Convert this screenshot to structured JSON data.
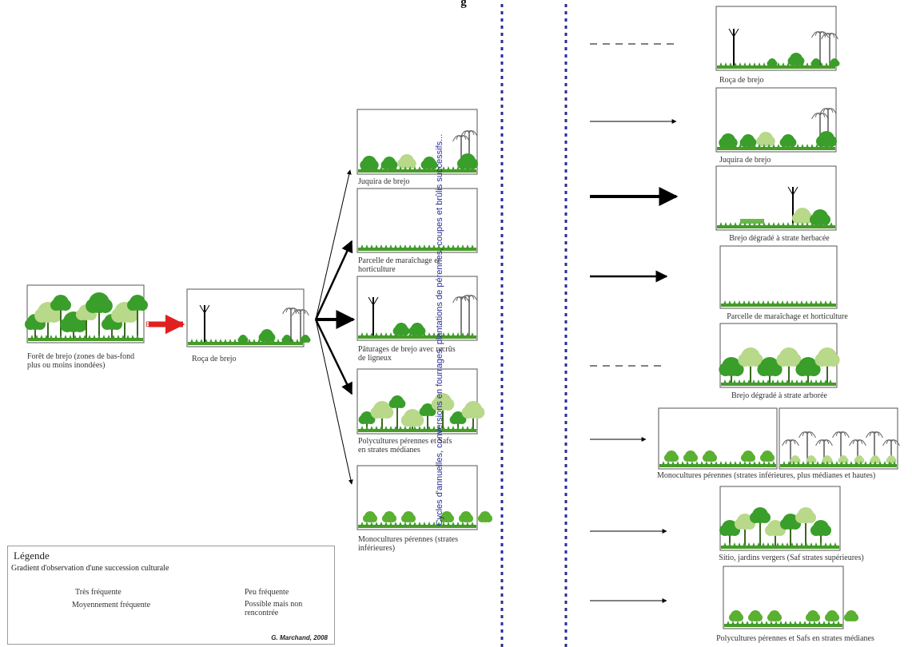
{
  "title": "g",
  "vertical_caption": "Cycles d'annuelles, conversions en fourrages, plantations de pérennes, coupes et brûlis successifs...",
  "transition_label": "Brûlis",
  "left_labels": {
    "forest": "Forêt de brejo (zones de bas-fond plus ou moins inondées)",
    "roca": "Roça de brejo",
    "juquira": "Juquira de brejo",
    "parcelle": "Parcelle de maraîchage et horticulture",
    "paturage": "Pâturages de brejo avec recrûs de ligneux",
    "polyculture": "Polycultures pérennes et Safs en strates médianes",
    "monoculture": "Monocultures pérennes (strates inférieures)"
  },
  "right_labels": {
    "r1": "Roça de brejo",
    "r2": "Juquira de brejo",
    "r3": "Brejo dégradé à strate herbacée",
    "r4": "Parcelle de maraîchage et horticulture",
    "r5": "Brejo dégradé à strate arborée",
    "r6": "Monocultures pérennes (strates inférieures, plus médianes et hautes)",
    "r7": "Sitio, jardins vergers (Saf strates supérieures)",
    "r8": "Polycultures pérennes et Safs en strates médianes"
  },
  "legend": {
    "title": "Légende",
    "subtitle": "Gradient d'observation d'une succession culturale",
    "items": [
      "Très fréquente",
      "Moyennement fréquente",
      "Peu fréquente",
      "Possible mais non rencontrée"
    ],
    "author": "G. Marchand, 2008"
  },
  "colors": {
    "vegetation": "#3a9e2a",
    "light_green": "#b8d88a",
    "ground": "#4a9a2a",
    "burn_arrow": "#e02020",
    "divider": "#2a2a9a"
  }
}
